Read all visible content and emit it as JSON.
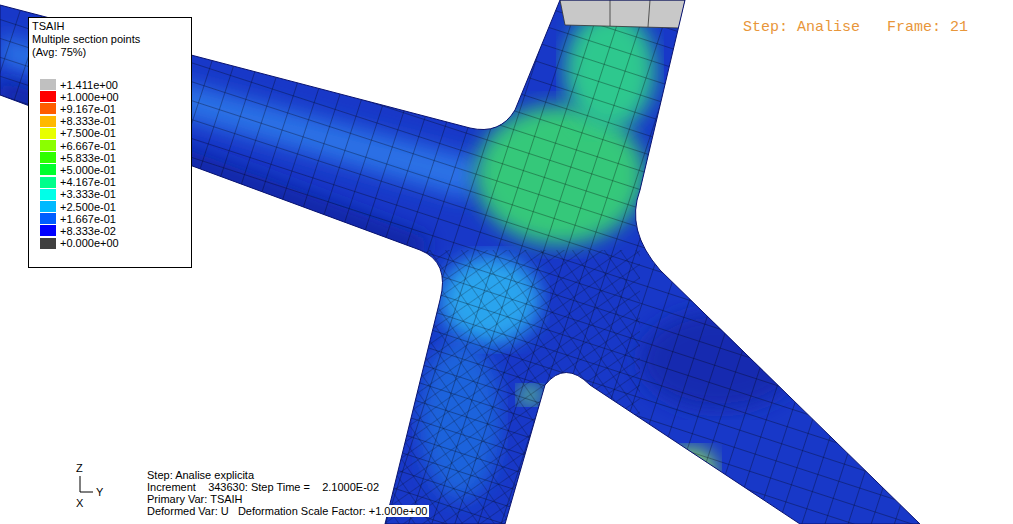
{
  "diagram": {
    "labels": [
      "TSAIH",
      "Multiple section points",
      "(Avg: 75%)",
      "Step: Analise   Frame: 21",
      "Step: Analise explicita",
      "Increment    343630: Step Time =    2.1000E-02",
      "Primary Var: TSAIH",
      "Deformed Var: U   Deformation Scale Factor: +1.000e+00",
      "Z",
      "Y",
      "X"
    ],
    "legend": [
      {
        "text": "+1.411e+00",
        "color": "#c0c0c0"
      },
      {
        "text": "+1.000e+00",
        "color": "#ff0000"
      },
      {
        "text": "+9.167e-01",
        "color": "#ff5d00"
      },
      {
        "text": "+8.333e-01",
        "color": "#ffb900"
      },
      {
        "text": "+7.500e-01",
        "color": "#e8ff00"
      },
      {
        "text": "+6.667e-01",
        "color": "#8bff00"
      },
      {
        "text": "+5.833e-01",
        "color": "#2eff00"
      },
      {
        "text": "+5.000e-01",
        "color": "#00ff2e"
      },
      {
        "text": "+4.167e-01",
        "color": "#00ff8b"
      },
      {
        "text": "+3.333e-01",
        "color": "#00ffe8"
      },
      {
        "text": "+2.500e-01",
        "color": "#00b9ff"
      },
      {
        "text": "+1.667e-01",
        "color": "#005dff"
      },
      {
        "text": "+8.333e-02",
        "color": "#0000ff"
      },
      {
        "text": "+0.000e+00",
        "color": "#404040"
      }
    ]
  }
}
